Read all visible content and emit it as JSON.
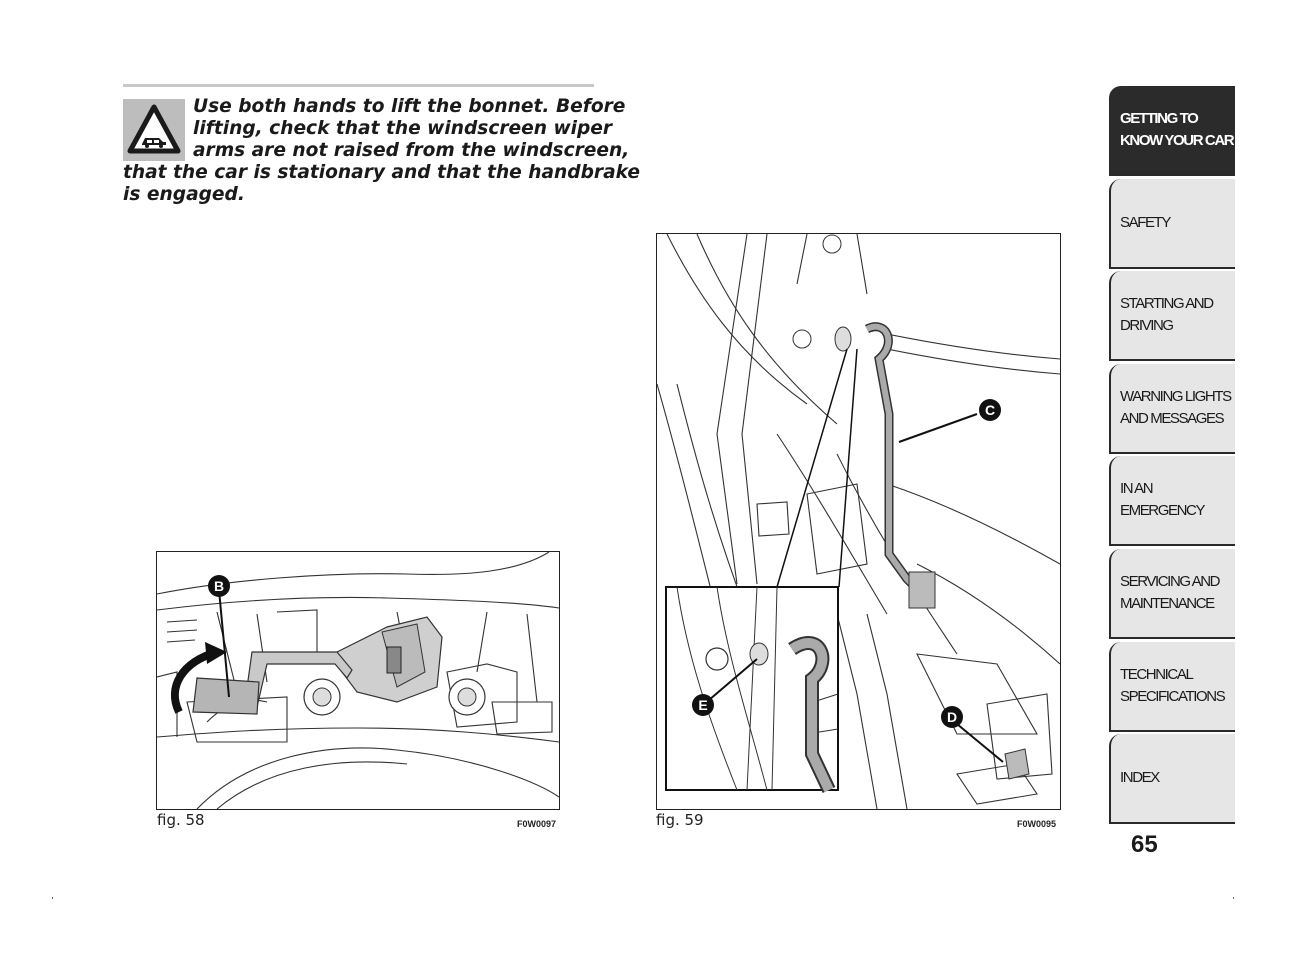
{
  "warning": {
    "line1": "Use both hands to lift the bonnet. Before",
    "line2": "lifting, check that the windscreen wiper",
    "line3": "arms are not raised from the windscreen,",
    "line4": "that the car is stationary and that the handbrake",
    "line5": "is engaged.",
    "icon": "warning-triangle-car-icon"
  },
  "figures": [
    {
      "caption": "fig. 58",
      "code": "F0W0097",
      "labels": [
        "B"
      ]
    },
    {
      "caption": "fig. 59",
      "code": "F0W0095",
      "labels": [
        "C",
        "D",
        "E"
      ]
    }
  ],
  "tabs": [
    {
      "label": "GETTING TO\nKNOW YOUR CAR",
      "active": true
    },
    {
      "label": "SAFETY",
      "active": false
    },
    {
      "label": "STARTING AND\nDRIVING",
      "active": false
    },
    {
      "label": "WARNING LIGHTS\nAND MESSAGES",
      "active": false
    },
    {
      "label": "IN AN EMERGENCY",
      "active": false
    },
    {
      "label": "SERVICING AND\nMAINTENANCE",
      "active": false
    },
    {
      "label": "TECHNICAL\nSPECIFICATIONS",
      "active": false
    },
    {
      "label": "INDEX",
      "active": false
    }
  ],
  "page_number": "65",
  "colors": {
    "active_tab": "#2b2b2b",
    "inactive_tab": "#e6e6e6",
    "warning_box": "#bdbdbd",
    "rule": "#c8c8c8"
  }
}
